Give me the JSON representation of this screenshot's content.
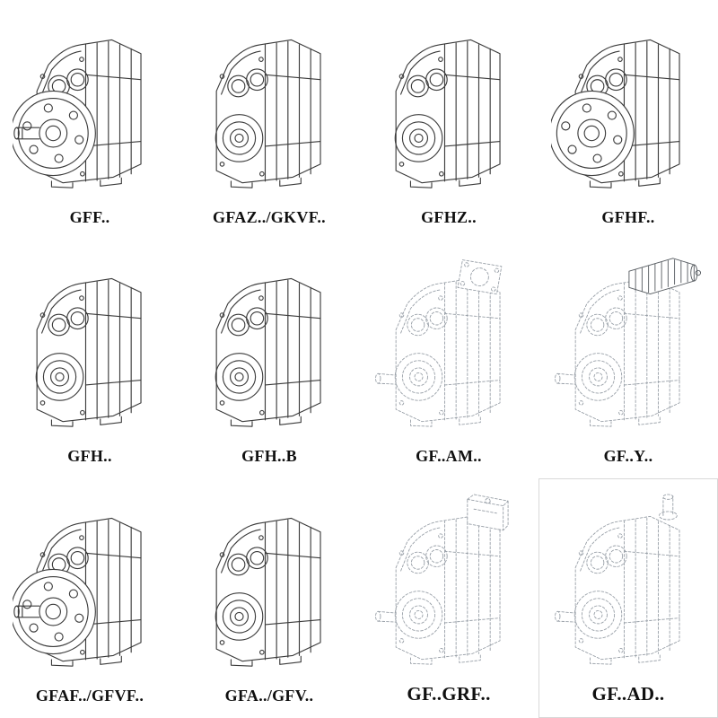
{
  "colors": {
    "ink": "#3b3b3b",
    "dashed_ink": "#99a0a8",
    "background": "#ffffff"
  },
  "catalog": {
    "items": [
      {
        "label": "GFF..",
        "drawing": "gearbox-output-flange-with-shaft",
        "line_style": "solid"
      },
      {
        "label": "GFAZ../GKVF..",
        "drawing": "gearbox-hollow-shaft",
        "line_style": "solid"
      },
      {
        "label": "GFHZ..",
        "drawing": "gearbox-hollow-shaft",
        "line_style": "solid"
      },
      {
        "label": "GFHF..",
        "drawing": "gearbox-output-flange",
        "line_style": "solid"
      },
      {
        "label": "GFH..",
        "drawing": "gearbox-hollow-shaft",
        "line_style": "solid"
      },
      {
        "label": "GFH..B",
        "drawing": "gearbox-hollow-shaft",
        "line_style": "solid"
      },
      {
        "label": "GF..AM..",
        "drawing": "gearbox-input-flange-adapter",
        "line_style": "dashed"
      },
      {
        "label": "GF..Y..",
        "drawing": "gearbox-with-motor",
        "line_style": "dashed"
      },
      {
        "label": "GFAF../GFVF..",
        "drawing": "gearbox-output-flange-with-shaft",
        "line_style": "solid"
      },
      {
        "label": "GFA../GFV..",
        "drawing": "gearbox-hollow-shaft",
        "line_style": "solid"
      },
      {
        "label": "GF..GRF..",
        "drawing": "gearbox-input-block-adapter",
        "line_style": "dashed"
      },
      {
        "label": "GF..AD..",
        "drawing": "gearbox-input-shaft-top",
        "line_style": "dashed"
      }
    ]
  }
}
